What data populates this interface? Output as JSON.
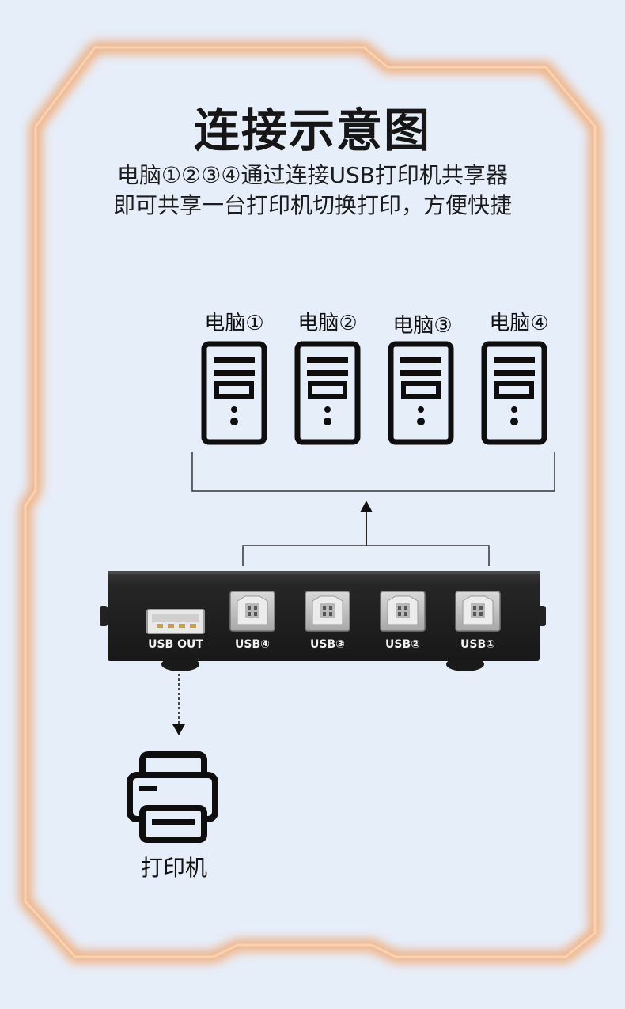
{
  "title": "连接示意图",
  "subtitle": {
    "line1": "电脑①②③④通过连接USB打印机共享器",
    "line2": "即可共享一台打印机切换打印，方便快捷"
  },
  "computers": [
    {
      "label": "电脑①"
    },
    {
      "label": "电脑②"
    },
    {
      "label": "电脑③"
    },
    {
      "label": "电脑④"
    }
  ],
  "switch_box": {
    "ports": [
      {
        "label": "USB OUT"
      },
      {
        "label": "USB④"
      },
      {
        "label": "USB③"
      },
      {
        "label": "USB②"
      },
      {
        "label": "USB①"
      }
    ]
  },
  "printer": {
    "label": "打印机"
  },
  "colors": {
    "background": "#e6eefa",
    "frame_glow": "#f39a55",
    "device_body": "#1f1f1f",
    "icon_stroke": "#0e0e0e"
  },
  "icons": [
    "computer-tower-icon",
    "printer-icon",
    "arrow-up-icon",
    "arrow-down-icon",
    "usb-a-port-icon",
    "usb-b-port-icon"
  ]
}
